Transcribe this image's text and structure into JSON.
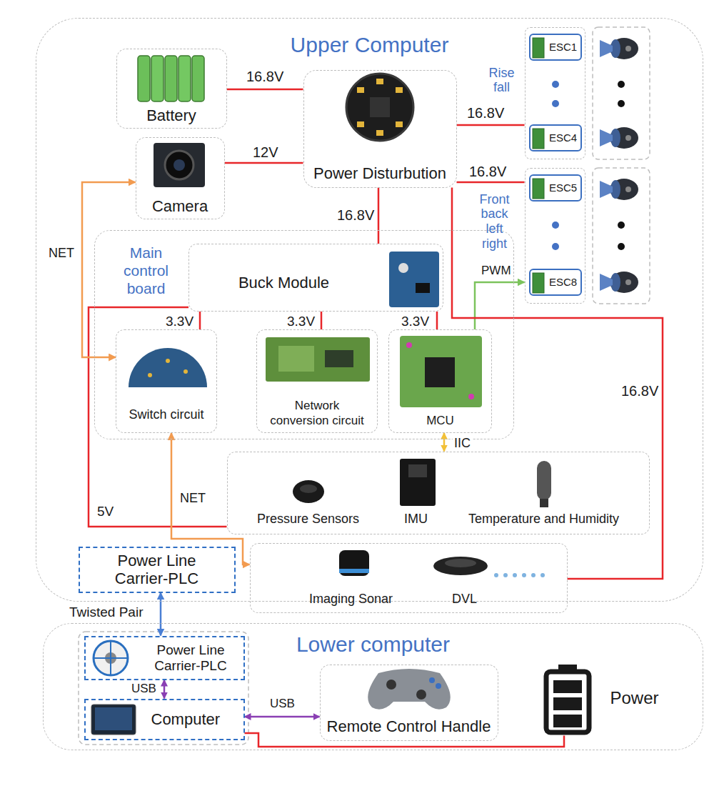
{
  "diagram": {
    "nodes": [
      {
        "text": [
          "Upper Computer"
        ]
      },
      {
        "text": [
          "Battery"
        ],
        "in": 0
      },
      {
        "text": [
          "Camera"
        ],
        "in": 0
      },
      {
        "text": [
          "Power Disturbution"
        ],
        "in": 0
      },
      {
        "text": [
          "Rise fall"
        ],
        "in": 0
      },
      {
        "text": [
          "ESC1"
        ],
        "in": 4
      },
      {
        "text": [
          "ESC4"
        ],
        "in": 4
      },
      {
        "text": [
          "Front back left right"
        ],
        "in": 0
      },
      {
        "text": [
          "ESC5"
        ],
        "in": 7
      },
      {
        "text": [
          "ESC8"
        ],
        "in": 7
      },
      {
        "text": [
          "Main control board"
        ],
        "in": 0
      },
      {
        "text": [
          "Buck Module"
        ],
        "in": 10
      },
      {
        "text": [
          "Switch circuit"
        ],
        "in": 10
      },
      {
        "text": [
          "Network conversion circuit"
        ],
        "in": 10
      },
      {
        "text": [
          "MCU"
        ],
        "in": 10
      },
      {
        "text": [
          "Pressure Sensors",
          "IMU",
          "Temperature and Humidity"
        ],
        "in": 0
      },
      {
        "text": [
          "Imaging Sonar",
          "DVL"
        ],
        "in": 0
      },
      {
        "text": [
          "Power Line Carrier-PLC"
        ],
        "in": 0
      },
      {
        "text": [
          "Lower computer"
        ]
      },
      {
        "text": [
          "Power Line Carrier-PLC"
        ],
        "in": 18
      },
      {
        "text": [
          "Computer"
        ],
        "in": 18
      },
      {
        "text": [
          "Remote Control Handle"
        ],
        "in": 18
      },
      {
        "text": [
          "Power"
        ],
        "in": 18
      }
    ],
    "edges": [
      {
        "from": 1,
        "to": 3,
        "label": "16.8V",
        "arrow": "none"
      },
      {
        "from": 2,
        "to": 3,
        "label": "12V",
        "arrow": "none"
      },
      {
        "from": 3,
        "to": 4,
        "label": "16.8V",
        "arrow": "none"
      },
      {
        "from": 3,
        "to": 7,
        "label": "16.8V",
        "arrow": "none"
      },
      {
        "from": 3,
        "to": 11,
        "label": "16.8V",
        "arrow": "none"
      },
      {
        "from": 11,
        "to": 12,
        "label": "3.3V",
        "arrow": "none"
      },
      {
        "from": 11,
        "to": 13,
        "label": "3.3V",
        "arrow": "none"
      },
      {
        "from": 11,
        "to": 14,
        "label": "3.3V",
        "arrow": "none"
      },
      {
        "from": 14,
        "to": 7,
        "label": "PWM",
        "arrow": "to"
      },
      {
        "from": 11,
        "to": 15,
        "label": "5V",
        "arrow": "none"
      },
      {
        "from": 14,
        "to": 15,
        "label": "IIC",
        "arrow": "both"
      },
      {
        "from": 3,
        "to": 16,
        "label": "16.8V",
        "arrow": "none"
      },
      {
        "from": 12,
        "to": 2,
        "label": "NET",
        "arrow": "both"
      },
      {
        "from": 12,
        "to": 16,
        "label": "NET",
        "arrow": "both"
      },
      {
        "from": 17,
        "to": 19,
        "label": "Twisted Pair",
        "arrow": "both"
      },
      {
        "from": 19,
        "to": 20,
        "label": "USB",
        "arrow": "both"
      },
      {
        "from": 20,
        "to": 21,
        "label": "USB",
        "arrow": "both"
      },
      {
        "from": 20,
        "to": 22,
        "arrow": "none"
      }
    ]
  }
}
